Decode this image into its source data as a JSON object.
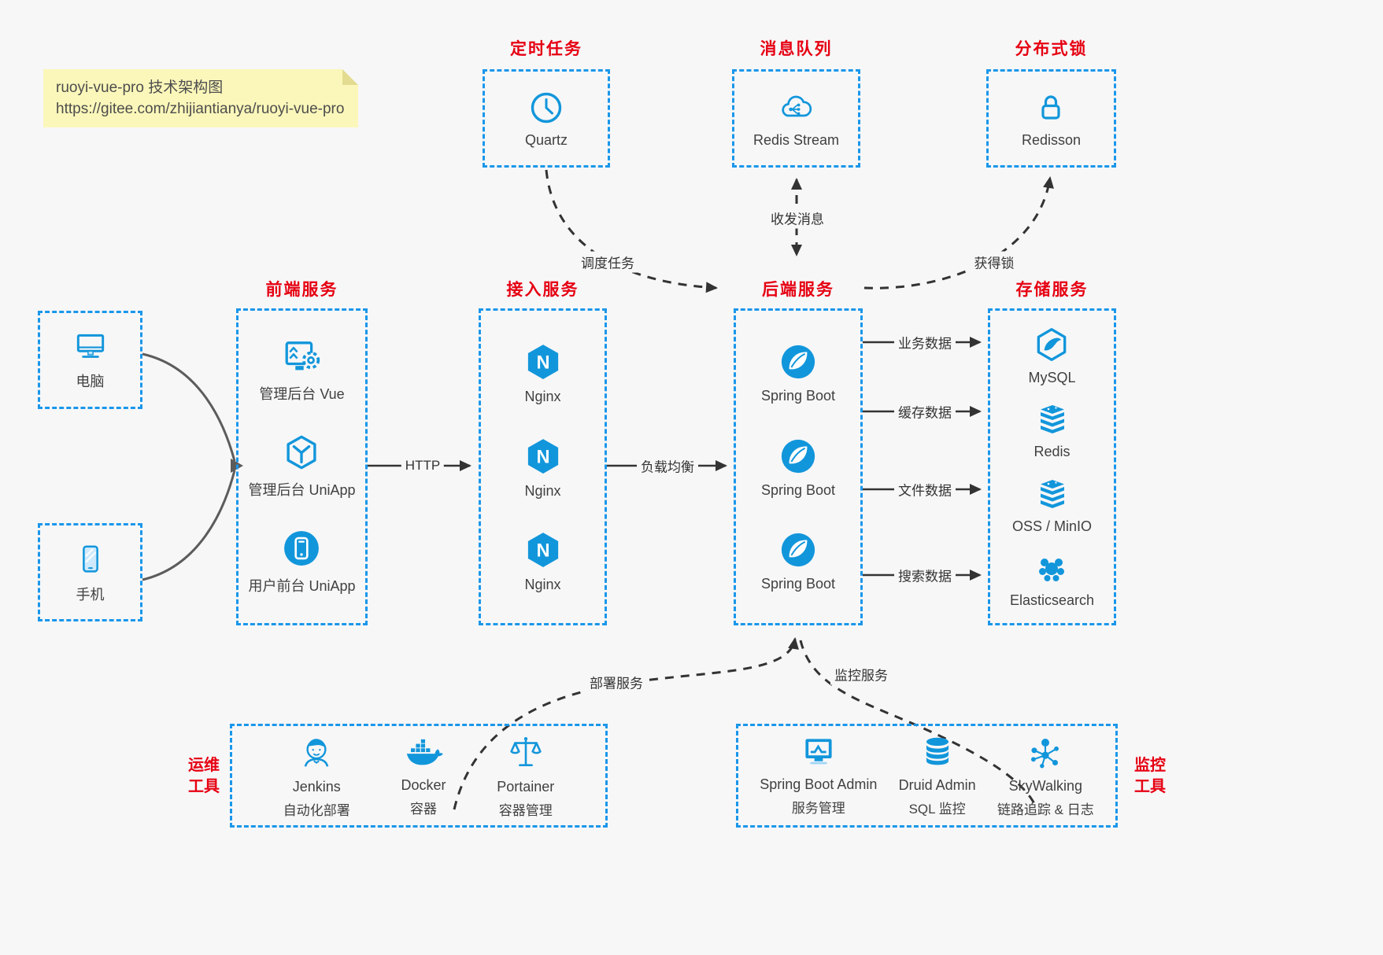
{
  "note": {
    "line1": "ruoyi-vue-pro 技术架构图",
    "line2": "https://gitee.com/zhijiantianya/ruoyi-vue-pro"
  },
  "colors": {
    "blue": "#1296db",
    "border_blue": "#1a97ea",
    "red": "#e60012",
    "arrow": "#333333"
  },
  "icons": {
    "nginx_letter": "N"
  },
  "groups": {
    "scheduled": {
      "title": "定时任务",
      "items": [
        {
          "label": "Quartz"
        }
      ]
    },
    "mq": {
      "title": "消息队列",
      "items": [
        {
          "label": "Redis Stream"
        }
      ]
    },
    "lock": {
      "title": "分布式锁",
      "items": [
        {
          "label": "Redisson"
        }
      ]
    },
    "clients": {
      "items": [
        {
          "label": "电脑"
        },
        {
          "label": "手机"
        }
      ]
    },
    "frontend": {
      "title": "前端服务",
      "items": [
        {
          "label": "管理后台 Vue"
        },
        {
          "label": "管理后台 UniApp"
        },
        {
          "label": "用户前台 UniApp"
        }
      ]
    },
    "gateway": {
      "title": "接入服务",
      "items": [
        {
          "label": "Nginx"
        },
        {
          "label": "Nginx"
        },
        {
          "label": "Nginx"
        }
      ]
    },
    "backend": {
      "title": "后端服务",
      "items": [
        {
          "label": "Spring Boot"
        },
        {
          "label": "Spring Boot"
        },
        {
          "label": "Spring Boot"
        }
      ]
    },
    "storage": {
      "title": "存储服务",
      "items": [
        {
          "label": "MySQL"
        },
        {
          "label": "Redis"
        },
        {
          "label": "OSS / MinIO"
        },
        {
          "label": "Elasticsearch"
        }
      ]
    },
    "devops": {
      "side_line1": "运维",
      "side_line2": "工具",
      "items": [
        {
          "label": "Jenkins",
          "sub": "自动化部署"
        },
        {
          "label": "Docker",
          "sub": "容器"
        },
        {
          "label": "Portainer",
          "sub": "容器管理"
        }
      ]
    },
    "monitor": {
      "side_line1": "监控",
      "side_line2": "工具",
      "items": [
        {
          "label": "Spring Boot Admin",
          "sub": "服务管理"
        },
        {
          "label": "Druid Admin",
          "sub": "SQL 监控"
        },
        {
          "label": "SkyWalking",
          "sub": "链路追踪 & 日志"
        }
      ]
    }
  },
  "edges": {
    "http": "HTTP",
    "lb": "负载均衡",
    "biz": "业务数据",
    "cache": "缓存数据",
    "file": "文件数据",
    "search": "搜索数据",
    "schedule": "调度任务",
    "msg": "收发消息",
    "get_lock": "获得锁",
    "deploy": "部署服务",
    "monitor": "监控服务"
  }
}
